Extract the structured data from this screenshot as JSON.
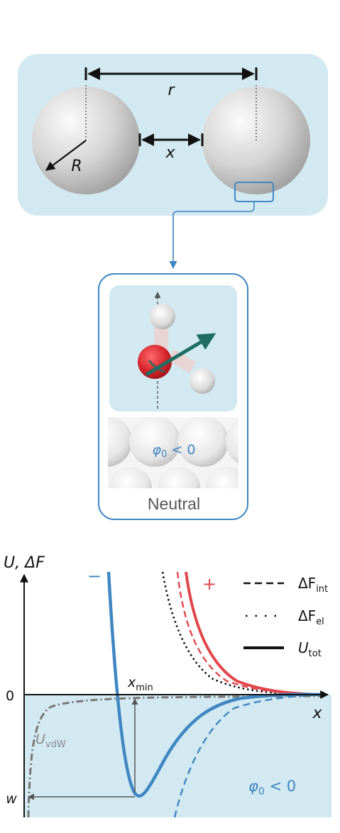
{
  "spheres_panel": {
    "label_r": "r",
    "label_x": "x",
    "label_R": "R"
  },
  "inset": {
    "potential_label": "φ",
    "potential_sub": "0",
    "potential_rel": " < 0",
    "caption": "Neutral"
  },
  "plot": {
    "y_axis_label": "U, ΔF",
    "x_axis_label": "x",
    "zero_label": "0",
    "w_label": "w",
    "xmin_label": "x",
    "xmin_sub": "min",
    "uvdw_label": "U",
    "uvdw_sub": "vdW",
    "minus_sign": "−",
    "plus_sign": "+",
    "region_label": "φ",
    "region_sub": "0",
    "region_rel": " < 0",
    "legend": [
      {
        "symbol": "ΔF",
        "sub": "int",
        "style": "dashed"
      },
      {
        "symbol": "ΔF",
        "sub": "el",
        "style": "dotted"
      },
      {
        "symbol": "U",
        "sub": "tot",
        "style": "solid"
      }
    ]
  },
  "colors": {
    "panel_bg": "#d3e9f1",
    "curve_blue": "#3f86c2",
    "curve_red": "#e0474c",
    "oxygen": "#d8262d",
    "dipole_arrow": "#1f6e62",
    "outline_blue": "#3f86c2"
  }
}
